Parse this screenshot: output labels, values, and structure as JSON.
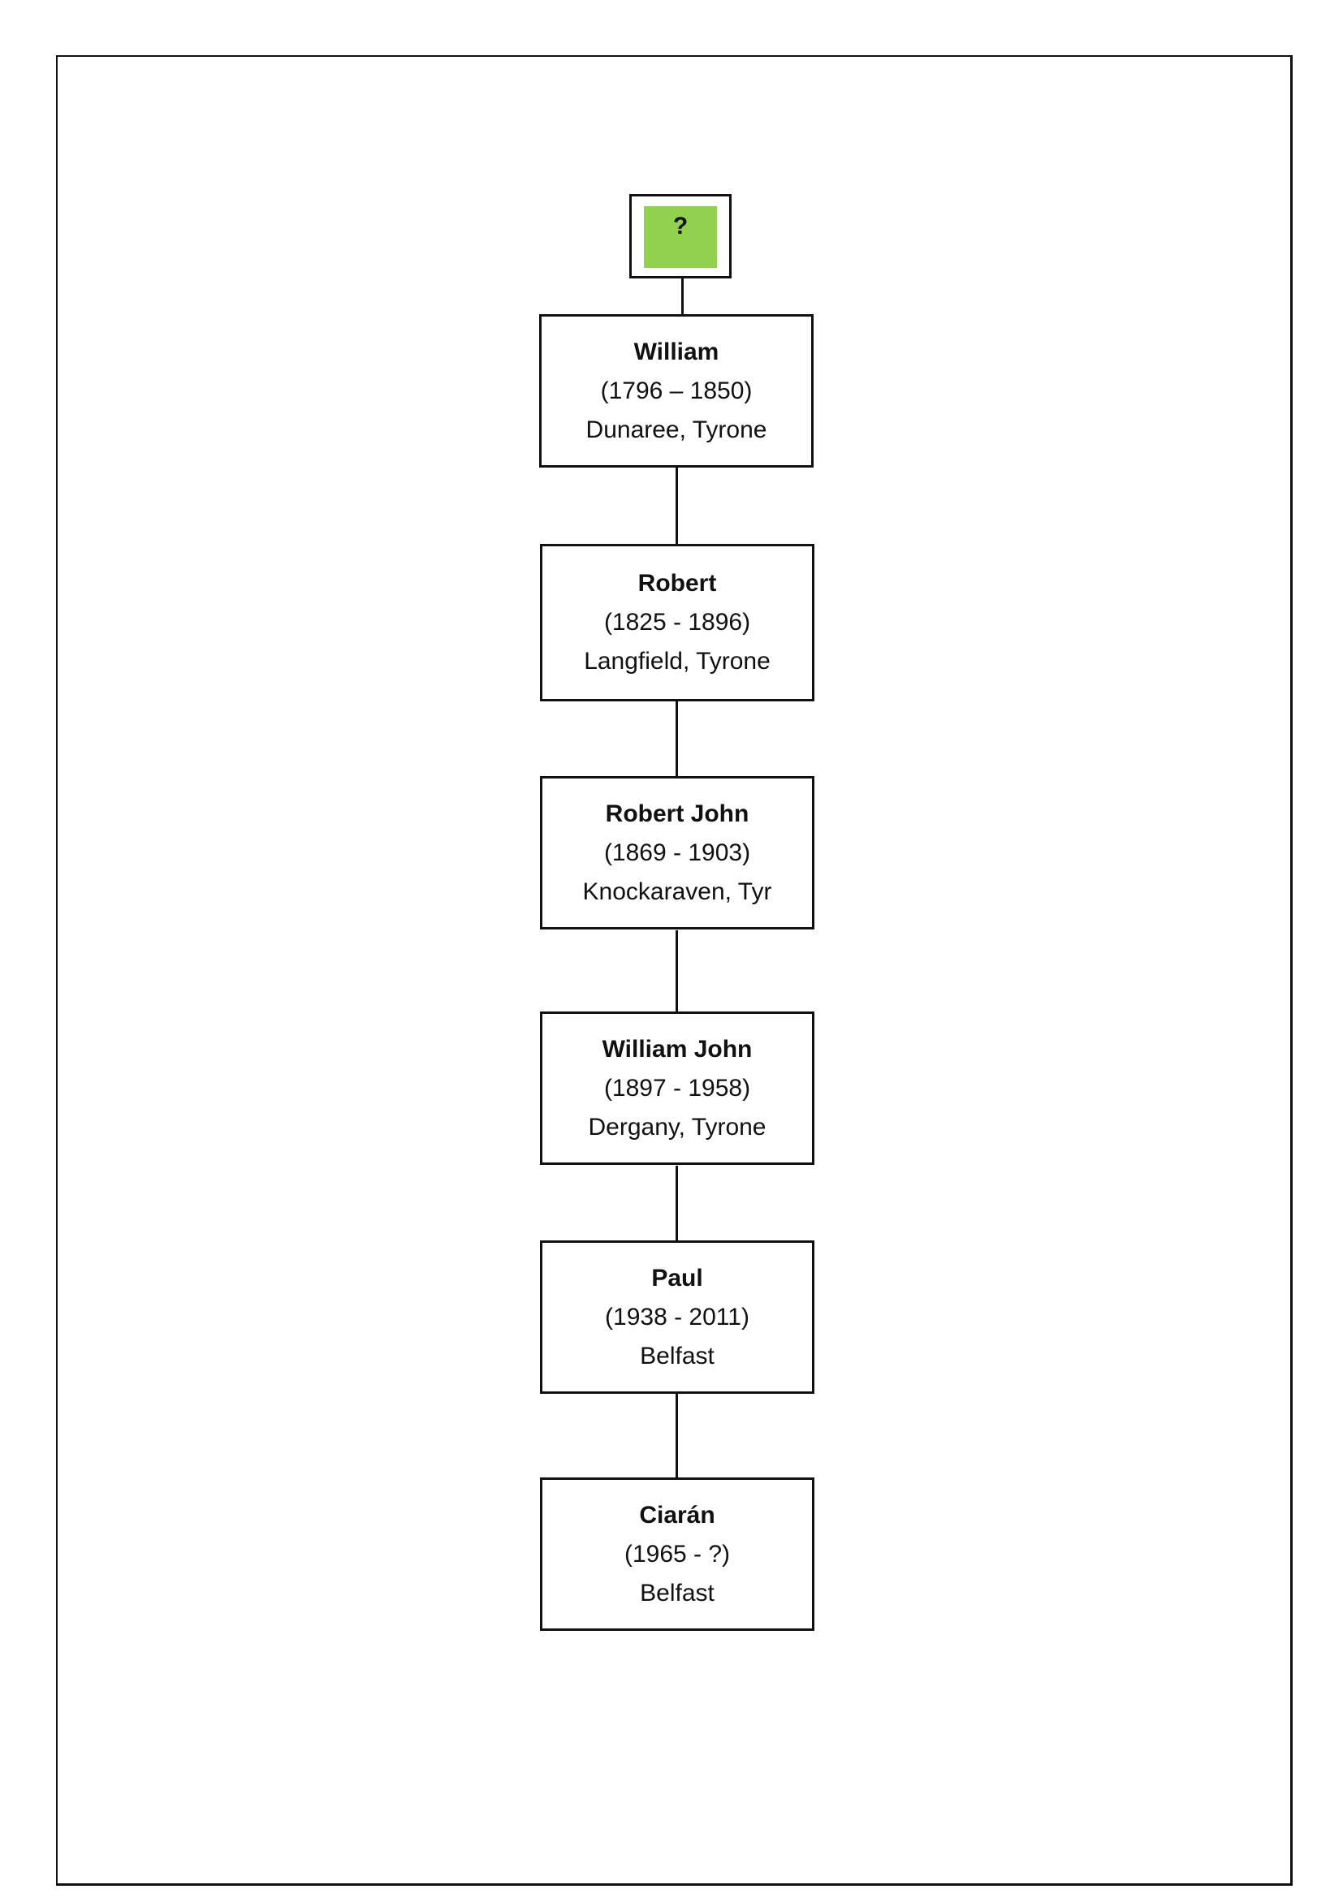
{
  "tree": {
    "root": {
      "label": "?",
      "fill_color": "#92d050"
    },
    "people": [
      {
        "name": "William",
        "dates": "(1796 – 1850)",
        "place": "Dunaree, Tyrone"
      },
      {
        "name": "Robert",
        "dates": "(1825 - 1896)",
        "place": "Langfield, Tyrone"
      },
      {
        "name": "Robert John",
        "dates": "(1869 - 1903)",
        "place": "Knockaraven, Tyr"
      },
      {
        "name": "William John",
        "dates": "(1897 - 1958)",
        "place": "Dergany, Tyrone"
      },
      {
        "name": "Paul",
        "dates": "(1938 - 2011)",
        "place": "Belfast"
      },
      {
        "name": "Ciarán",
        "dates": "(1965 - ?)",
        "place": "Belfast"
      }
    ]
  }
}
